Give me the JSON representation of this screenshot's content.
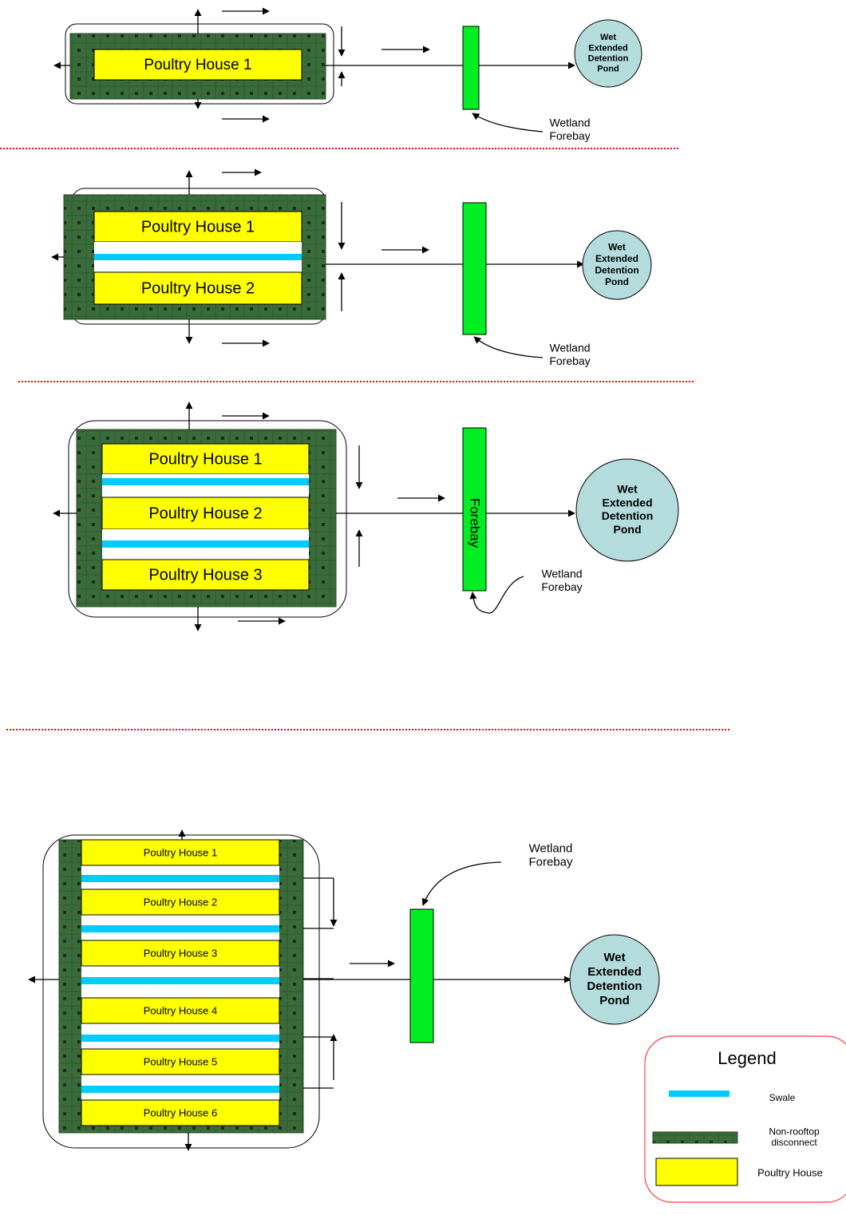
{
  "diagram": {
    "sections": [
      {
        "houses": [
          "Poultry House 1"
        ],
        "forebay_label": "Wetland\nForebay",
        "pond_label": "Wet\nExtended\nDetention\nPond"
      },
      {
        "houses": [
          "Poultry House 1",
          "Poultry House 2"
        ],
        "forebay_label": "Wetland\nForebay",
        "pond_label": "Wet\nExtended\nDetention\nPond"
      },
      {
        "houses": [
          "Poultry House 1",
          "Poultry House 2",
          "Poultry House 3"
        ],
        "forebay_inner": "Forebay",
        "forebay_label": "Wetland\nForebay",
        "pond_label": "Wet\nExtended\nDetention\nPond"
      },
      {
        "houses": [
          "Poultry House 1",
          "Poultry House 2",
          "Poultry House 3",
          "Poultry House 4",
          "Poultry House 5",
          "Poultry House 6"
        ],
        "forebay_label": "Wetland\nForebay",
        "pond_label": "Wet\nExtended\nDetention\nPond"
      }
    ],
    "legend": {
      "title": "Legend",
      "items": [
        {
          "key": "swale",
          "label": "Swale"
        },
        {
          "key": "disconnect",
          "label": "Non-rooftop\ndisconnect"
        },
        {
          "key": "house",
          "label": "Poultry House"
        }
      ]
    },
    "colors": {
      "house": "#ffff00",
      "swale": "#00ccff",
      "disconnect": "#3a6b3a",
      "disconnect_dot": "#2b3b2b",
      "forebay": "#00ee22",
      "pond": "#b4dcdc",
      "separator": "#ff0000",
      "legend_border": "#ff4040"
    }
  }
}
